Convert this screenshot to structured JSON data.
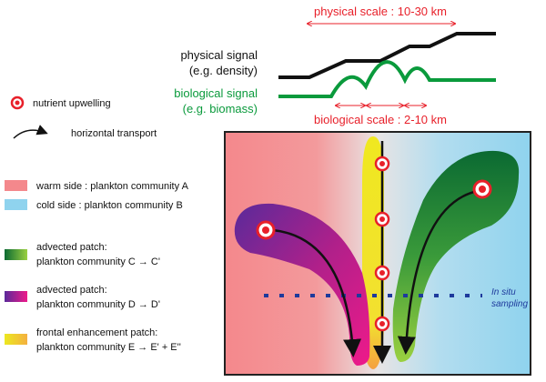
{
  "top": {
    "physical_scale": "physical scale : 10-30 km",
    "physical_signal_line1": "physical signal",
    "physical_signal_line2": "(e.g. density)",
    "biological_signal_line1": "biological signal",
    "biological_signal_line2": "(e.g. biomass)",
    "biological_scale": "biological scale : 2-10 km"
  },
  "legend": {
    "upwelling": "nutrient upwelling",
    "transport": "horizontal transport",
    "warm": "warm side : plankton community A",
    "cold": "cold side : plankton community B",
    "patch_c_1": "advected patch:",
    "patch_c_2": "plankton community C → C'",
    "patch_d_1": "advected patch:",
    "patch_d_2": "plankton community D → D'",
    "patch_e_1": "frontal enhancement patch:",
    "patch_e_2": "plankton community E → E' + E''"
  },
  "panel": {
    "sampling_line1": "In situ",
    "sampling_line2": "sampling"
  },
  "colors": {
    "red": "#e8202a",
    "green": "#0a9a3c",
    "warm": "#f4888c",
    "cold": "#8fd3ee",
    "sampling": "#1e3a9c"
  }
}
